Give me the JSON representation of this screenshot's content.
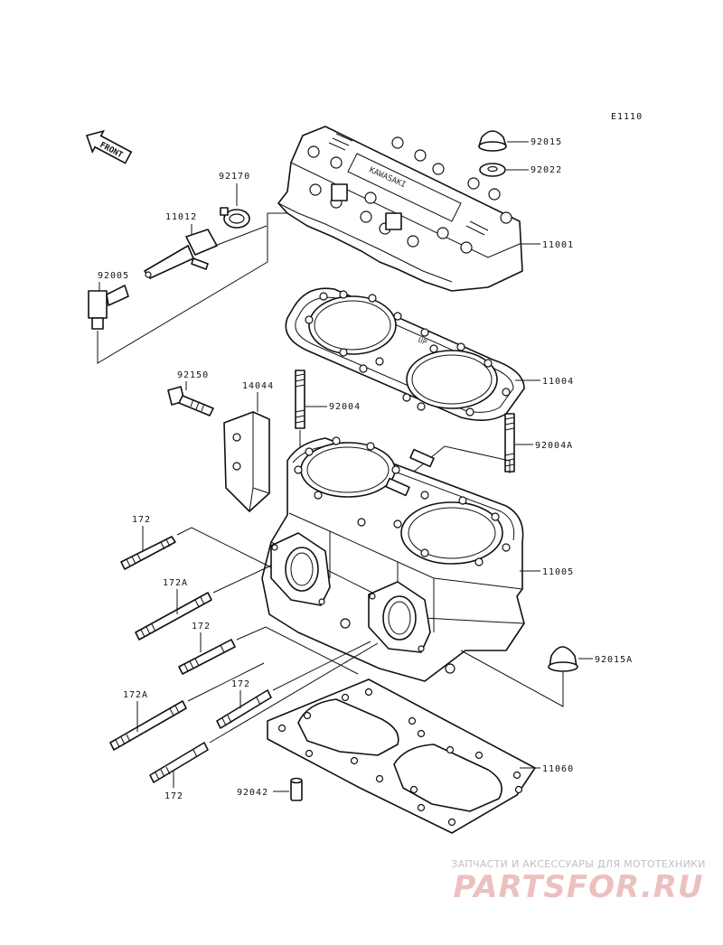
{
  "diagram_code": "E1110",
  "front_label": "FRONT",
  "parts": {
    "p92015": "92015",
    "p92022": "92022",
    "p92170": "92170",
    "p11012": "11012",
    "p11001": "11001",
    "p92005": "92005",
    "p11004": "11004",
    "p92150": "92150",
    "p14044": "14044",
    "p92004": "92004",
    "p92004A": "92004A",
    "p172_1": "172",
    "p172A_1": "172A",
    "p172_2": "172",
    "p11005": "11005",
    "p92015A": "92015A",
    "p172A_2": "172A",
    "p172_3": "172",
    "p11060": "11060",
    "p92042": "92042",
    "p172_4": "172"
  },
  "watermark": {
    "tagline": "ЗАПЧАСТИ И АКСЕССУАРЫ ДЛЯ МОТОТЕХНИКИ",
    "logo": "PARTSFOR.RU"
  }
}
